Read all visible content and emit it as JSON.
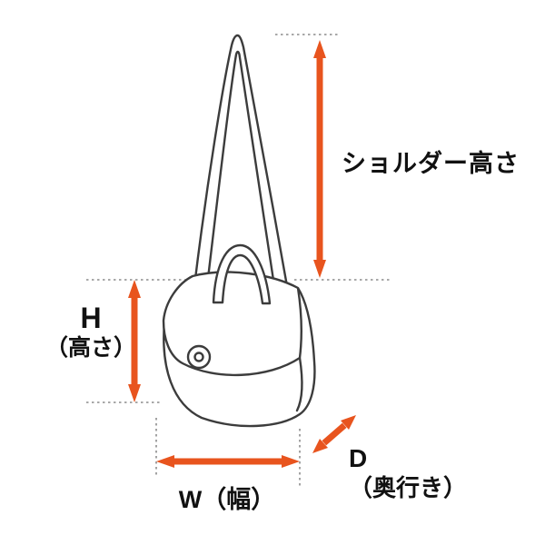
{
  "colors": {
    "accent": "#E8541E",
    "ink": "#3C3C3C",
    "guide": "#8C8C8C",
    "text": "#111111",
    "background": "#FFFFFF"
  },
  "labels": {
    "shoulder_height": "ショルダー高さ",
    "height_main": "H",
    "height_sub": "（高さ）",
    "width": "W（幅）",
    "depth_main": "D",
    "depth_sub": "（奥行き）"
  },
  "icons": {
    "shoulder_height_arrow": "double-headed-vertical-arrow",
    "height_arrow": "double-headed-vertical-arrow",
    "width_arrow": "double-headed-horizontal-arrow",
    "depth_arrow": "double-headed-diagonal-arrow"
  }
}
